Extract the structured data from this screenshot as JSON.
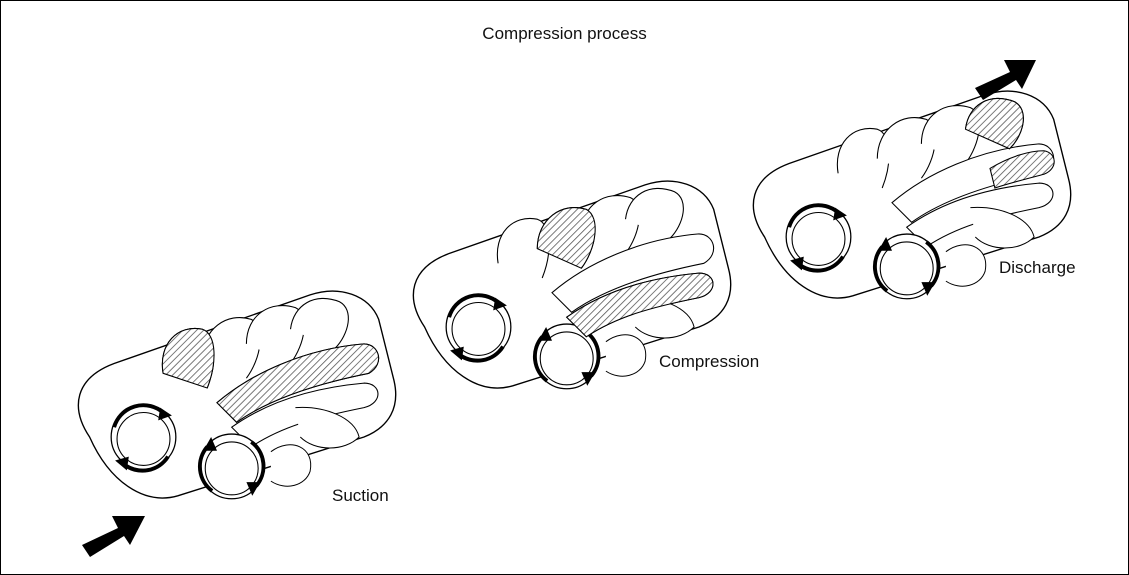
{
  "title": "Compression process",
  "stages": [
    {
      "label": "Suction"
    },
    {
      "label": "Compression"
    },
    {
      "label": "Discharge"
    }
  ],
  "colors": {
    "line": "#000000",
    "hatch": "#555555",
    "background": "#ffffff"
  },
  "icons": [
    "inlet-arrow-icon",
    "outlet-arrow-icon",
    "rotation-arrow-icon"
  ]
}
